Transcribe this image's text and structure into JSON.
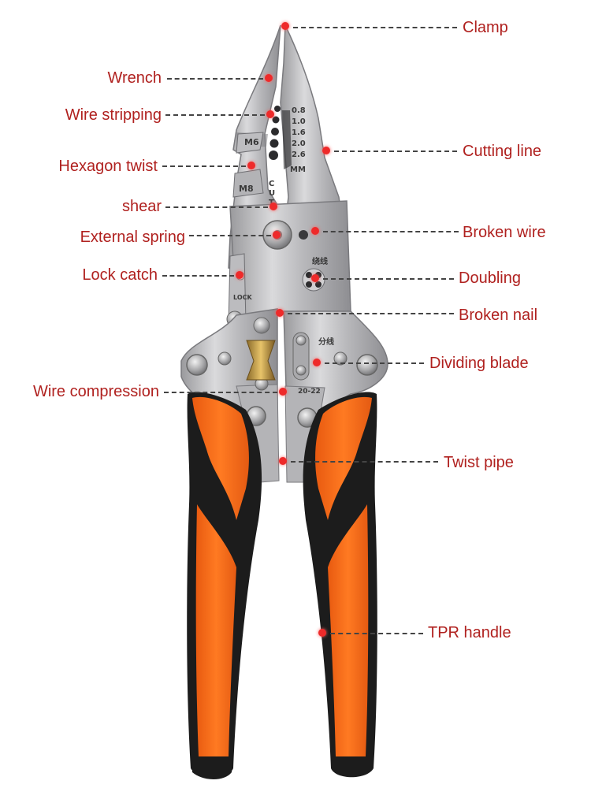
{
  "engravings": {
    "sizes": [
      "0.8",
      "1.0",
      "1.6",
      "2.0",
      "2.6"
    ],
    "unit": "MM",
    "hex_small": "M6",
    "hex_large": "M8",
    "cut_letters": [
      "C",
      "U",
      "T"
    ],
    "winding": "绕线",
    "split": "分线",
    "gauge": "20-22",
    "lock": "LOCK"
  },
  "colors": {
    "label_text": "#b0211f",
    "marker_dot": "#ee2a2a",
    "leader_line": "#444444",
    "handle_orange": "#ff6a1a",
    "handle_black": "#1a1a1a",
    "steel": "#c9c9cb"
  },
  "callouts": [
    {
      "id": "clamp",
      "label": "Clamp",
      "side": "right"
    },
    {
      "id": "wrench",
      "label": "Wrench",
      "side": "left"
    },
    {
      "id": "wire-stripping",
      "label": "Wire stripping",
      "side": "left"
    },
    {
      "id": "cutting-line",
      "label": "Cutting line",
      "side": "right"
    },
    {
      "id": "hexagon-twist",
      "label": "Hexagon twist",
      "side": "left"
    },
    {
      "id": "shear",
      "label": "shear",
      "side": "left"
    },
    {
      "id": "external-spring",
      "label": "External spring",
      "side": "left"
    },
    {
      "id": "broken-wire",
      "label": "Broken wire",
      "side": "right"
    },
    {
      "id": "lock-catch",
      "label": "Lock catch",
      "side": "left"
    },
    {
      "id": "doubling",
      "label": "Doubling",
      "side": "right"
    },
    {
      "id": "broken-nail",
      "label": "Broken nail",
      "side": "right"
    },
    {
      "id": "dividing-blade",
      "label": "Dividing blade",
      "side": "right"
    },
    {
      "id": "wire-compression",
      "label": "Wire compression",
      "side": "left"
    },
    {
      "id": "twist-pipe",
      "label": "Twist pipe",
      "side": "right"
    },
    {
      "id": "tpr-handle",
      "label": "TPR handle",
      "side": "right"
    }
  ]
}
